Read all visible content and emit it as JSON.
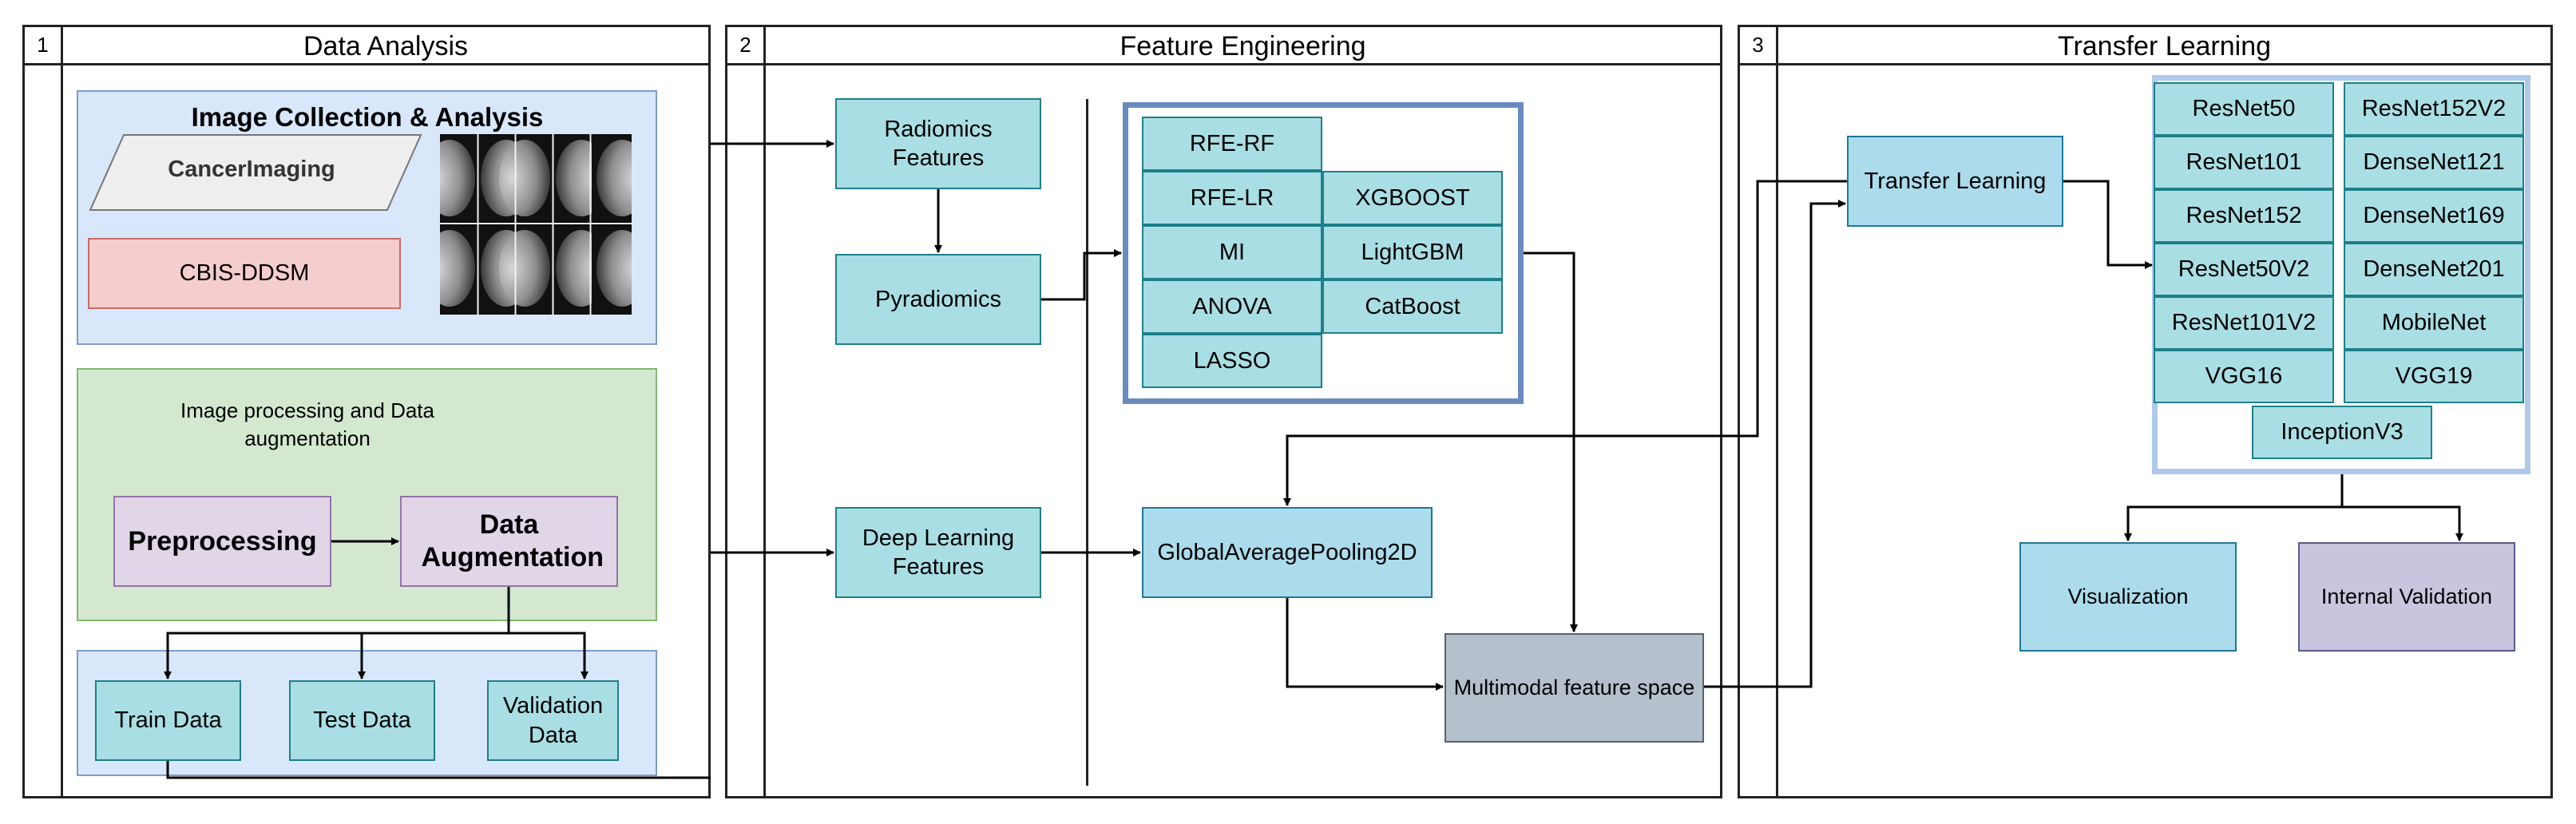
{
  "panels": [
    {
      "number": "1",
      "title": "Data Analysis"
    },
    {
      "number": "2",
      "title": "Feature Engineering"
    },
    {
      "number": "3",
      "title": "Transfer Learning"
    }
  ],
  "data_analysis": {
    "collection_title": "Image Collection & Analysis",
    "cancer_imaging": "CancerImaging",
    "dataset": "CBIS-DDSM",
    "processing_title": "Image processing and Data augmentation",
    "preprocessing": "Preprocessing",
    "augmentation": "Data Augmentation",
    "splits": [
      "Train Data",
      "Test Data",
      "Validation Data"
    ]
  },
  "feature_engineering": {
    "radiomics": "Radiomics Features",
    "pyradiomics": "Pyradiomics",
    "deep_learning": "Deep Learning Features",
    "pooling": "GlobalAveragePooling2D",
    "multimodal": "Multimodal feature space",
    "selectors_left": [
      "RFE-RF",
      "RFE-LR",
      "MI",
      "ANOVA",
      "LASSO"
    ],
    "selectors_right": [
      "XGBOOST",
      "LightGBM",
      "CatBoost"
    ]
  },
  "transfer_learning": {
    "node": "Transfer Learning",
    "models_left": [
      "ResNet50",
      "ResNet101",
      "ResNet152",
      "ResNet50V2",
      "ResNet101V2",
      "VGG16"
    ],
    "models_right": [
      "ResNet152V2",
      "DenseNet121",
      "DenseNet169",
      "DenseNet201",
      "MobileNet",
      "VGG19"
    ],
    "model_bottom": "InceptionV3",
    "visualization": "Visualization",
    "validation": "Internal Validation"
  },
  "colors": {
    "teal_box": "#a9dfe4",
    "blue_box": "#acdcec",
    "grey_box": "#b4c0cb",
    "purple_box": "#c9c5df",
    "blue_region": "#d8e8fa",
    "green_region": "#d4e8d0",
    "pink_box": "#f6cdcd",
    "lilac_box": "#e1d5e8",
    "group_border": "#6a8bc0"
  }
}
